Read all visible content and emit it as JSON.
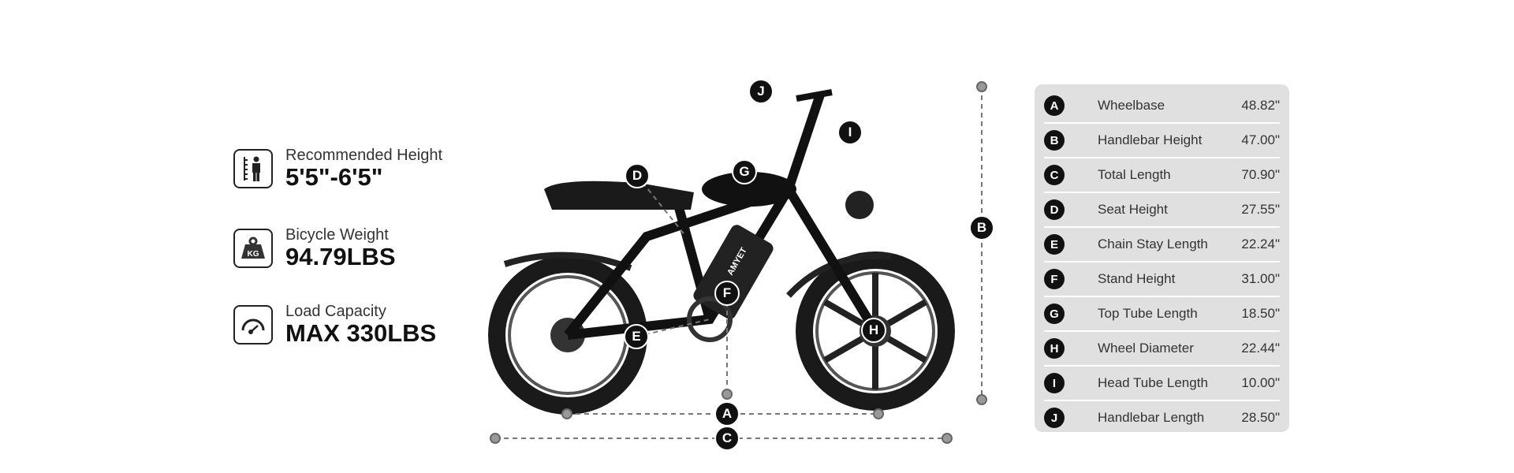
{
  "features": [
    {
      "icon": "height-ruler-person-icon",
      "label": "Recommended Height",
      "value": "5'5\"-6'5\""
    },
    {
      "icon": "kg-weight-icon",
      "label": "Bicycle Weight",
      "value": "94.79LBS"
    },
    {
      "icon": "gauge-icon",
      "label": "Load Capacity",
      "value": "MAX 330LBS"
    }
  ],
  "specs": [
    {
      "key": "A",
      "name": "Wheelbase",
      "value": "48.82\""
    },
    {
      "key": "B",
      "name": "Handlebar Height",
      "value": "47.00\""
    },
    {
      "key": "C",
      "name": "Total Length",
      "value": "70.90\""
    },
    {
      "key": "D",
      "name": "Seat Height",
      "value": "27.55\""
    },
    {
      "key": "E",
      "name": "Chain Stay Length",
      "value": "22.24\""
    },
    {
      "key": "F",
      "name": "Stand Height",
      "value": "31.00\""
    },
    {
      "key": "G",
      "name": "Top Tube Length",
      "value": "18.50\""
    },
    {
      "key": "H",
      "name": "Wheel Diameter",
      "value": "22.44\""
    },
    {
      "key": "I",
      "name": "Head Tube Length",
      "value": "10.00\""
    },
    {
      "key": "J",
      "name": "Handlebar Length",
      "value": "28.50\""
    }
  ],
  "brand": "AMYET"
}
